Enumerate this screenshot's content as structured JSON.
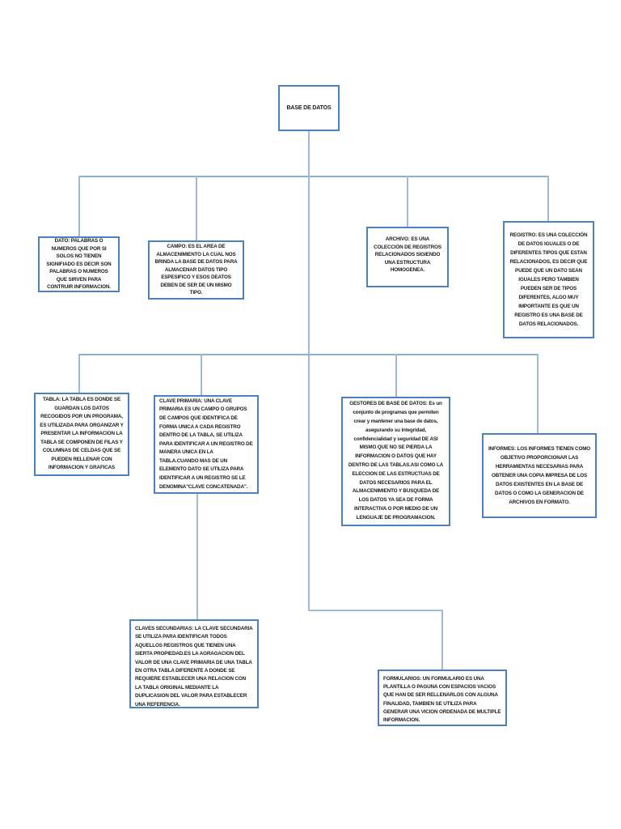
{
  "diagram": {
    "title_node": "BASE DE DATOS",
    "colors": {
      "box_border": "#4e81bb",
      "connector": "#9fbbd6",
      "text": "#1a1a1a",
      "background": "#ffffff"
    },
    "nodes": {
      "root": {
        "text": "BASE DE DATOS"
      },
      "dato": {
        "text": "DATO: PALABRAS O NUMEROS QUE POR SI SOLOS NO TIENEN SIGNIFIADO ES DECIR SON PALABRAS O NUMEROS QUE SIRVEN PARA CONTRUIR INFORMACION."
      },
      "campo": {
        "text": "CAMPO: ES EL AREA DE ALMACENIMIENTO LA CUAL NOS BRINDA LA BASE DE DATOS PARA ALMACENAR DATOS TIPO ESPESIFICO Y ESOS DEATOS DEBEN DE SER DE UN MISMO TIPO."
      },
      "archivo": {
        "text": "ARCHIVO: ES UNA COLECCIÓN DE REGISTROS RELACIONADOS SIGIENDO UNA ESTRUCTURA HOMOGENEA."
      },
      "registro": {
        "text": "REGISTRO: ES UNA COLECCIÓN DE DATOS IGUALES O DE DIFERENTES TIPOS QUE ESTAN RELACIONADOS, ES DECIR QUE PUEDE QUE UN DATO SEAN IGUALES PERO TAMBIEN PUEDEN SER DE TIPOS DIFERENTES, ALGO MUY IMPORTANTE ES QUE UN REGISTRO ES UNA BASE DE DATOS RELACIONADOS."
      },
      "tabla": {
        "text": "TABLA: LA TABLA ES DONDE SE GUARDAN LOS DATOS RECOGIDOS POR UN PROGRAMA, ES UTILIZADA PARA ORGANIZAR Y PRESENTAR LA INFORMACION LA TABLA SE COMPONEN DE FILAS Y COLUMNAS DE CELDAS QUE SE PUEDEN RELLENAR CON INFORMACION Y GRAFICAS"
      },
      "clave_primaria": {
        "text": "CLAVE PRIMARIA: UNA CLAVE PRIMARIA ES UN CAMPO O GRUPOS DE CAMPOS QUE IDENTIFICA DE FORMA UNICA A CADA REGISTRO DENTRO DE LA TABLA, SE UTILIZA PARA IDENTIFICAR A UN REGISTRO DE MANERA UNICA EN LA TABLA.CUANDO MAS DE UN ELEMENTO DATO SE UTILIZA PARA IDENTIFICAR A UN REGISTRO SE LE DENOMINA\"CLAVE CONCATENADA\"."
      },
      "gestores": {
        "text": "GESTORES DE BASE DE DATOS: Es un conjunto de programas que permiten crear y mantener una base de datos, asegurando su integridad, confidencialidad y seguridad DE ASI MISMO QUE NO SE PIERDA LA INFORMACION O DATOS QUE HAY DENTRO DE LAS TABLAS.ASI COMO LA ELECCION DE LAS ESTRUCTUAS DE DATOS NECESARIOS PARA EL ALMACENIMIENTO Y BUSQUEDA DE LOS DATOS YA SEA DE FORMA INTERACTIVA O POR MEDIO DE UN LENGUAJE DE PROGRAMACION."
      },
      "informes": {
        "text": "INFORMES: LOS INFORMES TIENEN COMO OBJETIVO PROPORCIONAR LAS HERRAMIENTAS NECESARIAS PARA OBTENER UNA COPIA IMPRESA DE LOS DATOS EXISTENTES EN LA BASE DE DATOS O COMO LA GENERACION DE ARCHIVOS EN FORMATO."
      },
      "claves_secundarias": {
        "text": "CLAVES SECUNDARIAS: LA CLAVE SECUNDARIA SE UTILIZA PARA IDENTIFICAR TODOS AQUELLOS REGISTROS QUE TIENEN UNA SIERTA PROPIEDAD.ES LA AGRAGACION DEL VALOR DE UNA CLAVE PRIMARIA DE UNA TABLA EN OTRA TABLA DIFERENTE A DONDE SE REQUIERE ESTABLECER UNA RELACION CON LA TABLA ORIGINAL MEDIANTE LA DUPLICASION DEL VALOR PARA ESTABLECER UNA REFERENCIA."
      },
      "formularios": {
        "text": "FORMULARIOS: UN FORMULARIO ES UNA PLANTILLA O PAGUNA CON ESPACIOS VACIOS QUE HAN DE SER RELLENARLOS CON ALGUNA FINALIDAD, TAMBIEN SE UTILIZA PARA GENERAR UNA VICION ORDENADA DE MULTIPLE INFORMACION."
      }
    }
  }
}
